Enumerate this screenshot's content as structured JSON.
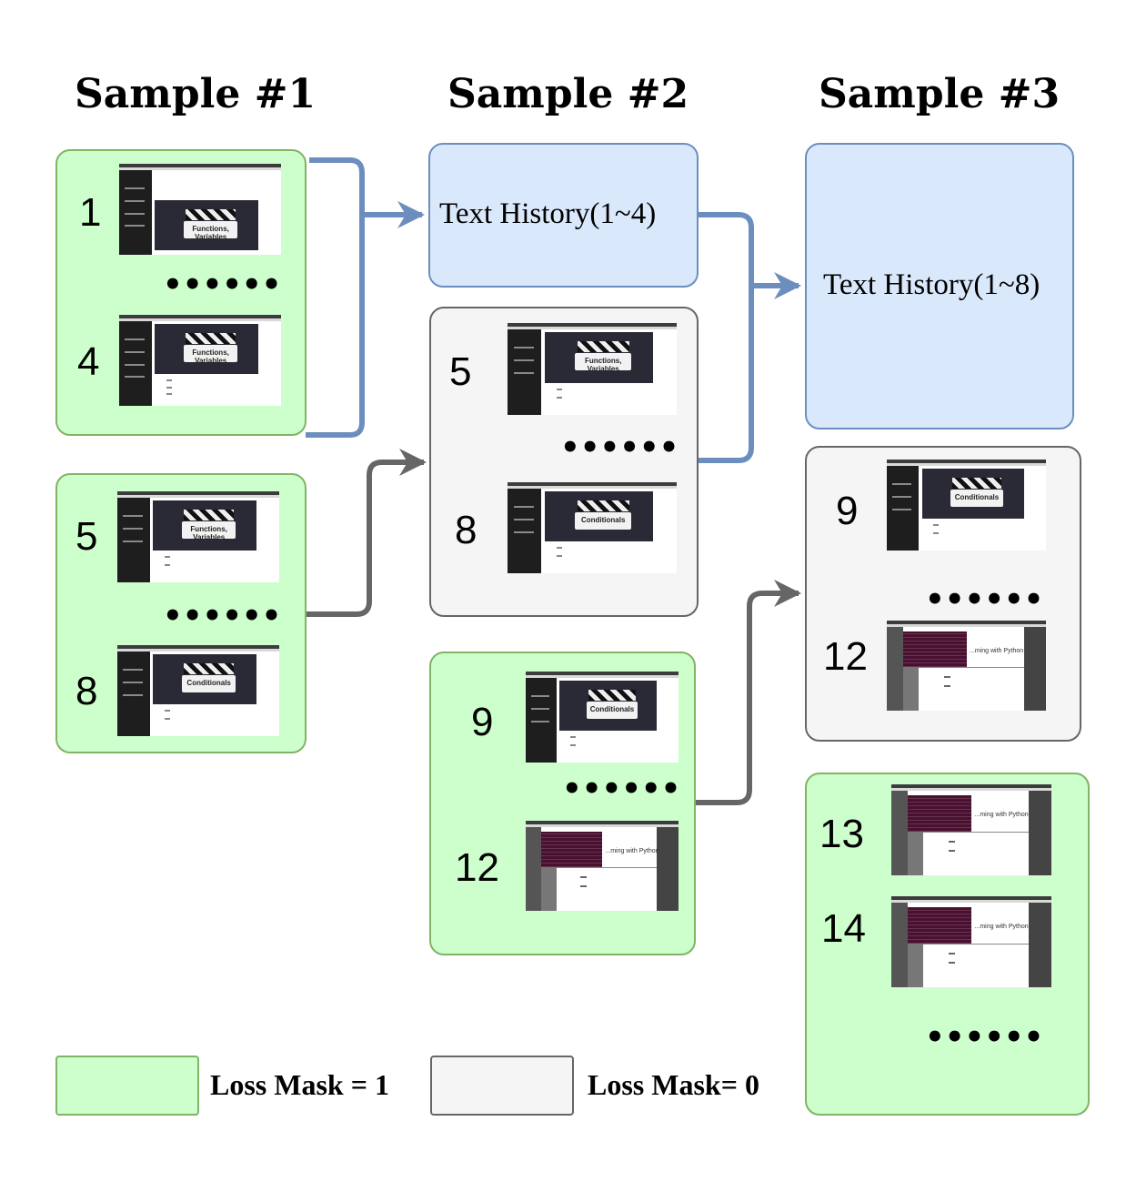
{
  "titles": {
    "sample1": "Sample #1",
    "sample2": "Sample #2",
    "sample3": "Sample #3"
  },
  "text_history": {
    "h1": "Text History(1~4)",
    "h2": "Text History(1~8)"
  },
  "dots": "••••••",
  "frames": {
    "s1a": [
      "1",
      "4"
    ],
    "s1b": [
      "5",
      "8"
    ],
    "s2a": [
      "5",
      "8"
    ],
    "s2b": [
      "9",
      "12"
    ],
    "s3a": [
      "9",
      "12"
    ],
    "s3b": [
      "13",
      "14"
    ]
  },
  "screenshot_captions": {
    "functions": "Functions, Variables",
    "conditionals": "Conditionals",
    "terminal": "...ming with Python"
  },
  "legend": {
    "green": "Loss Mask = 1",
    "grey": "Loss Mask= 0"
  },
  "colors": {
    "green_fill": "#ccffcc",
    "green_stroke": "#82b366",
    "grey_fill": "#f5f5f5",
    "grey_stroke": "#666666",
    "blue_fill": "#dae8fc",
    "blue_stroke": "#6c8ebf",
    "blue_arrow": "#6c8ebf",
    "grey_arrow": "#666666"
  }
}
